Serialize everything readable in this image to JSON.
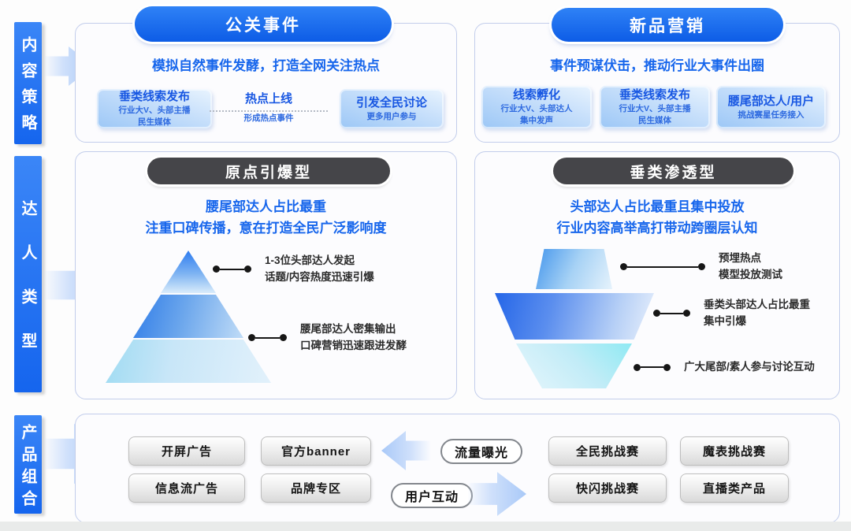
{
  "colors": {
    "accent_blue": "#1766ec",
    "sidebar_blue": "#1e6ff2",
    "dark_pill": "#454549",
    "panel_border": "#c2cdeb",
    "pyramid_blue": "#2f7ce8",
    "funnel_cyan": "#8feaf3"
  },
  "sidebar": {
    "rows": [
      {
        "label": "内容策略"
      },
      {
        "label": "达人类型"
      },
      {
        "label": "产品组合"
      }
    ]
  },
  "content_strategy": {
    "pr_event": {
      "header": "公关事件",
      "subtitle": "模拟自然事件发酵，打造全网关注热点",
      "step1": {
        "title": "垂类线索发布",
        "line1": "行业大V、头部主播",
        "line2": "民生媒体"
      },
      "step2": {
        "title": "热点上线",
        "line1": "形成热点事件"
      },
      "step3": {
        "title": "引发全民讨论",
        "line1": "更多用户参与"
      }
    },
    "new_product": {
      "header": "新品营销",
      "subtitle": "事件预谋伏击，推动行业大事件出圈",
      "step1": {
        "title": "线索孵化",
        "line1": "行业大V、头部达人",
        "line2": "集中发声"
      },
      "step2": {
        "title": "垂类线索发布",
        "line1": "行业大V、头部主播",
        "line2": "民生媒体"
      },
      "step3": {
        "title": "腰尾部达人/用户",
        "line1": "挑战赛星任务接入"
      }
    }
  },
  "influencer_type": {
    "origin_burst": {
      "header": "原点引爆型",
      "subtitle_line1": "腰尾部达人占比最重",
      "subtitle_line2": "注重口碑传播，意在打造全民广泛影响度",
      "ann1_line1": "1-3位头部达人发起",
      "ann1_line2": "话题/内容热度迅速引爆",
      "ann2_line1": "腰尾部达人密集输出",
      "ann2_line2": "口碑营销迅速跟进发酵"
    },
    "vertical_penetration": {
      "header": "垂类渗透型",
      "subtitle_line1": "头部达人占比最重且集中投放",
      "subtitle_line2": "行业内容高举高打带动跨圈层认知",
      "ann1_line1": "预埋热点",
      "ann1_line2": "模型投放测试",
      "ann2_line1": "垂类头部达人占比最重",
      "ann2_line2": "集中引爆",
      "ann3_line1": "广大尾部/素人参与讨论互动"
    }
  },
  "product_mix": {
    "ad_products": [
      "开屏广告",
      "官方banner",
      "信息流广告",
      "品牌专区"
    ],
    "flow_exposure": "流量曝光",
    "flow_interaction": "用户互动",
    "challenge_products": [
      "全民挑战赛",
      "魔表挑战赛",
      "快闪挑战赛",
      "直播类产品"
    ]
  }
}
